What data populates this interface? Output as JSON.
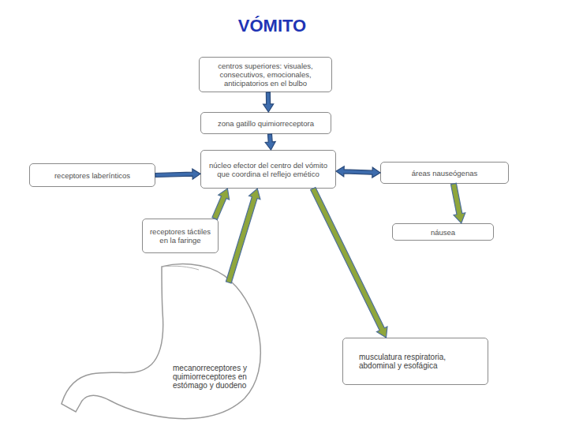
{
  "diagram": {
    "title": "VÓMITO",
    "nodes": [
      {
        "text": [
          "centros superiores: visuales, consecutivos, emocionales, anticipatorios en el bulbo"
        ]
      },
      {
        "text": [
          "zona gatillo quimiorreceptora"
        ]
      },
      {
        "text": [
          "núcleo efector del centro del vómito que coordina el reflejo emético"
        ]
      },
      {
        "text": [
          "receptores laberínticos"
        ]
      },
      {
        "text": [
          "áreas nauseógenas"
        ]
      },
      {
        "text": [
          "receptores táctiles en la faringe"
        ]
      },
      {
        "text": [
          "náusea"
        ]
      },
      {
        "text": [
          "mecanorreceptores y quimiorreceptores en estómago y duodeno"
        ]
      },
      {
        "text": [
          "musculatura respiratoria, abdominal y esofágica"
        ]
      }
    ],
    "edges": [
      {
        "from": 0,
        "to": 1,
        "arrow": "to"
      },
      {
        "from": 1,
        "to": 2,
        "arrow": "to"
      },
      {
        "from": 3,
        "to": 2,
        "arrow": "to"
      },
      {
        "from": 2,
        "to": 4,
        "arrow": "both"
      },
      {
        "from": 4,
        "to": 6,
        "arrow": "to"
      },
      {
        "from": 5,
        "to": 2,
        "arrow": "to"
      },
      {
        "from": 7,
        "to": 2,
        "arrow": "to"
      },
      {
        "from": 2,
        "to": 8,
        "arrow": "to"
      }
    ]
  }
}
